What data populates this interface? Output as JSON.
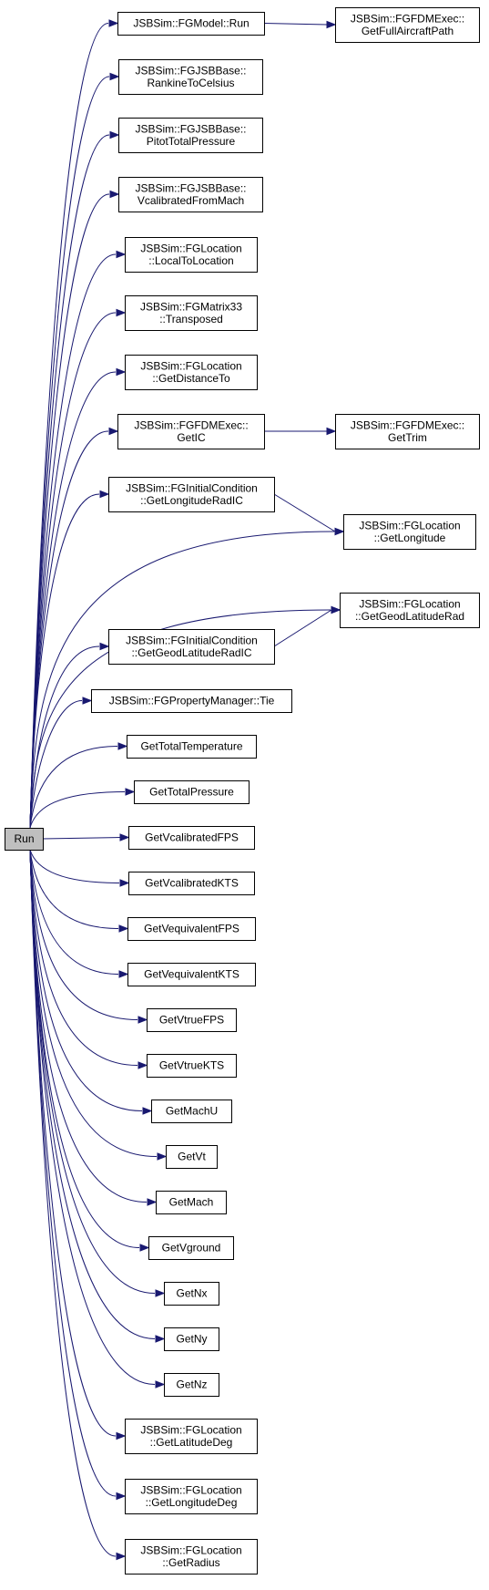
{
  "root": {
    "id": "run",
    "lines": [
      "Run"
    ]
  },
  "nodes": [
    {
      "id": "fgmodel-run",
      "lines": [
        "JSBSim::FGModel::Run"
      ]
    },
    {
      "id": "getfullaircraftpath",
      "lines": [
        "JSBSim::FGFDMExec::",
        "GetFullAircraftPath"
      ]
    },
    {
      "id": "rankinetocelsius",
      "lines": [
        "JSBSim::FGJSBBase::",
        "RankineToCelsius"
      ]
    },
    {
      "id": "pitottotalpressure",
      "lines": [
        "JSBSim::FGJSBBase::",
        "PitotTotalPressure"
      ]
    },
    {
      "id": "vcalibratedfrommach",
      "lines": [
        "JSBSim::FGJSBBase::",
        "VcalibratedFromMach"
      ]
    },
    {
      "id": "localtolocation",
      "lines": [
        "JSBSim::FGLocation",
        "::LocalToLocation"
      ]
    },
    {
      "id": "transposed",
      "lines": [
        "JSBSim::FGMatrix33",
        "::Transposed"
      ]
    },
    {
      "id": "getdistanceto",
      "lines": [
        "JSBSim::FGLocation",
        "::GetDistanceTo"
      ]
    },
    {
      "id": "getic",
      "lines": [
        "JSBSim::FGFDMExec::",
        "GetIC"
      ]
    },
    {
      "id": "gettrim",
      "lines": [
        "JSBSim::FGFDMExec::",
        "GetTrim"
      ]
    },
    {
      "id": "getlongituderadic",
      "lines": [
        "JSBSim::FGInitialCondition",
        "::GetLongitudeRadIC"
      ]
    },
    {
      "id": "getlongitude",
      "lines": [
        "JSBSim::FGLocation",
        "::GetLongitude"
      ]
    },
    {
      "id": "getgeodlatituderad",
      "lines": [
        "JSBSim::FGLocation",
        "::GetGeodLatitudeRad"
      ]
    },
    {
      "id": "getgeodlatituderadic",
      "lines": [
        "JSBSim::FGInitialCondition",
        "::GetGeodLatitudeRadIC"
      ]
    },
    {
      "id": "tie",
      "lines": [
        "JSBSim::FGPropertyManager::Tie"
      ]
    },
    {
      "id": "gettotaltemperature",
      "lines": [
        "GetTotalTemperature"
      ]
    },
    {
      "id": "gettotalpressure",
      "lines": [
        "GetTotalPressure"
      ]
    },
    {
      "id": "getvcalibratedfps",
      "lines": [
        "GetVcalibratedFPS"
      ]
    },
    {
      "id": "getvcalibratedkts",
      "lines": [
        "GetVcalibratedKTS"
      ]
    },
    {
      "id": "getvequivalentfps",
      "lines": [
        "GetVequivalentFPS"
      ]
    },
    {
      "id": "getvequivalentkts",
      "lines": [
        "GetVequivalentKTS"
      ]
    },
    {
      "id": "getvtruefps",
      "lines": [
        "GetVtrueFPS"
      ]
    },
    {
      "id": "getvtruekts",
      "lines": [
        "GetVtrueKTS"
      ]
    },
    {
      "id": "getmachu",
      "lines": [
        "GetMachU"
      ]
    },
    {
      "id": "getvt",
      "lines": [
        "GetVt"
      ]
    },
    {
      "id": "getmach",
      "lines": [
        "GetMach"
      ]
    },
    {
      "id": "getvground",
      "lines": [
        "GetVground"
      ]
    },
    {
      "id": "getnx",
      "lines": [
        "GetNx"
      ]
    },
    {
      "id": "getny",
      "lines": [
        "GetNy"
      ]
    },
    {
      "id": "getnz",
      "lines": [
        "GetNz"
      ]
    },
    {
      "id": "getlatitudedeg",
      "lines": [
        "JSBSim::FGLocation",
        "::GetLatitudeDeg"
      ]
    },
    {
      "id": "getlongitudedeg",
      "lines": [
        "JSBSim::FGLocation",
        "::GetLongitudeDeg"
      ]
    },
    {
      "id": "getradius",
      "lines": [
        "JSBSim::FGLocation",
        "::GetRadius"
      ]
    }
  ],
  "edges": [
    [
      "run",
      "fgmodel-run"
    ],
    [
      "run",
      "rankinetocelsius"
    ],
    [
      "run",
      "pitottotalpressure"
    ],
    [
      "run",
      "vcalibratedfrommach"
    ],
    [
      "run",
      "localtolocation"
    ],
    [
      "run",
      "transposed"
    ],
    [
      "run",
      "getdistanceto"
    ],
    [
      "run",
      "getic"
    ],
    [
      "run",
      "getlongituderadic"
    ],
    [
      "run",
      "getlongitude"
    ],
    [
      "run",
      "getgeodlatituderad"
    ],
    [
      "run",
      "getgeodlatituderadic"
    ],
    [
      "run",
      "tie"
    ],
    [
      "run",
      "gettotaltemperature"
    ],
    [
      "run",
      "gettotalpressure"
    ],
    [
      "run",
      "getvcalibratedfps"
    ],
    [
      "run",
      "getvcalibratedkts"
    ],
    [
      "run",
      "getvequivalentfps"
    ],
    [
      "run",
      "getvequivalentkts"
    ],
    [
      "run",
      "getvtruefps"
    ],
    [
      "run",
      "getvtruekts"
    ],
    [
      "run",
      "getmachu"
    ],
    [
      "run",
      "getvt"
    ],
    [
      "run",
      "getmach"
    ],
    [
      "run",
      "getvground"
    ],
    [
      "run",
      "getnx"
    ],
    [
      "run",
      "getny"
    ],
    [
      "run",
      "getnz"
    ],
    [
      "run",
      "getlatitudedeg"
    ],
    [
      "run",
      "getlongitudedeg"
    ],
    [
      "run",
      "getradius"
    ],
    [
      "fgmodel-run",
      "getfullaircraftpath"
    ],
    [
      "getic",
      "gettrim"
    ],
    [
      "getlongituderadic",
      "getlongitude"
    ],
    [
      "getgeodlatituderadic",
      "getgeodlatituderad"
    ]
  ],
  "colors": {
    "edge": "#191970",
    "root_fill": "#bfbfbf",
    "node_fill": "#ffffff",
    "border": "#000000"
  }
}
